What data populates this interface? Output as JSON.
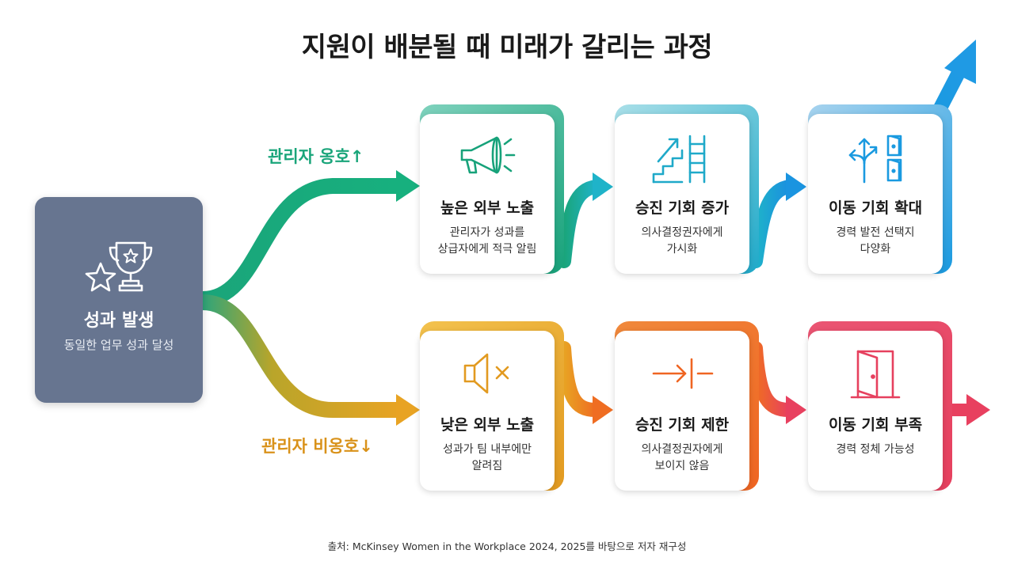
{
  "title": "지원이 배분될 때 미래가 갈리는 과정",
  "source": {
    "title": "성과 발생",
    "description": "동일한 업무 성과 달성",
    "icon": "trophy-star-icon"
  },
  "branches": [
    {
      "label": "관리자 옹호↑",
      "color": "#1aa57a",
      "steps": [
        {
          "title": "높은 외부 노출",
          "description": "관리자가 성과를\n상급자에게 적극 알림",
          "icon": "megaphone-icon"
        },
        {
          "title": "승진 기회 증가",
          "description": "의사결정권자에게\n가시화",
          "icon": "stairs-up-icon"
        },
        {
          "title": "이동 기회 확대",
          "description": "경력 발전 선택지\n다양화",
          "icon": "branching-arrows-doors-icon"
        }
      ]
    },
    {
      "label": "관리자 비옹호↓",
      "color": "#d9921a",
      "steps": [
        {
          "title": "낮은 외부 노출",
          "description": "성과가 팀 내부에만\n알려짐",
          "icon": "speaker-muted-icon"
        },
        {
          "title": "승진 기회 제한",
          "description": "의사결정권자에게\n보이지 않음",
          "icon": "arrow-blocked-icon"
        },
        {
          "title": "이동 기회 부족",
          "description": "경력 정체 가능성",
          "icon": "door-open-icon"
        }
      ]
    }
  ],
  "colors": {
    "source_box": "#677590",
    "green": "#1aa57a",
    "teal": "#1fa9c9",
    "blue": "#1a9ae0",
    "amber": "#e8a323",
    "orange": "#ef6d22",
    "red": "#e8405f"
  },
  "footnote": "출처: McKinsey Women in the Workplace 2024, 2025를 바탕으로 저자 재구성"
}
